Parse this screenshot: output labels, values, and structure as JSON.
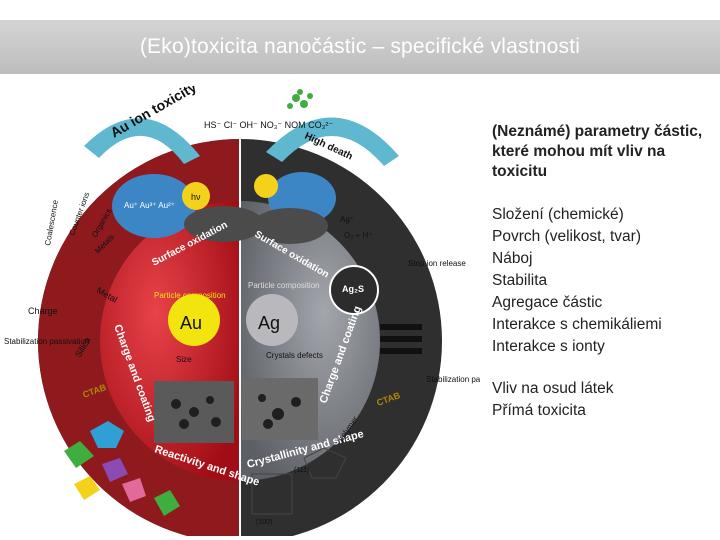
{
  "slide": {
    "title": "(Eko)toxicita nanočástic – specifické vlastnosti"
  },
  "figure": {
    "au_label": "Au",
    "ag_label": "Ag",
    "labels": {
      "ion_toxicity": "Au ion toxicity",
      "high_death": "High death",
      "anions": "HS⁻  Cl⁻  OH⁻  NO₃⁻  NOM  CO₃²⁻",
      "hv": "hν",
      "surface_oxidation": "Surface oxidation",
      "particle_composition": "Particle composition",
      "ag2s": "Ag₂S",
      "stop_ion_release": "Stop ion release",
      "charge": "Charge",
      "stabilization_passivation": "Stabilization passivation",
      "charge_and_coating": "Charge and coating",
      "crystals_defects": "Crystals defects",
      "size": "Size",
      "crystallinity_and_shape": "Crystallinity and shape",
      "reactivity_and_shape": "Reactivity and shape",
      "coalescence": "Coalescence",
      "counter_ions": "Counter ions",
      "organics": "Organics",
      "metals": "Metals",
      "ctab": "CTAB",
      "o2_h": "O₂ + H⁺",
      "ag_plus": "Ag⁺",
      "polymer": "polymer",
      "silica": "Silica",
      "metal": "Metal",
      "au_plus_labels": "Au⁺ Au³⁺ Au²⁺",
      "miller_111": "(111)",
      "miller_100": "(100)"
    },
    "colors": {
      "red_half": "#c8141c",
      "gray_half": "#7d7f86",
      "arrow_cyan": "#5fb8cf",
      "cloud_blue": "#3d86c6"
    }
  },
  "content": {
    "heading": "(Neznámé) parametry částic, které mohou mít vliv na toxicitu",
    "properties": [
      "Složení (chemické)",
      "Povrch (velikost, tvar)",
      "Náboj",
      "Stabilita",
      "Agregace částic",
      "Interakce s chemikáliemi",
      "Interakce s ionty"
    ],
    "effects": [
      "Vliv na osud látek",
      "Přímá toxicita"
    ]
  }
}
